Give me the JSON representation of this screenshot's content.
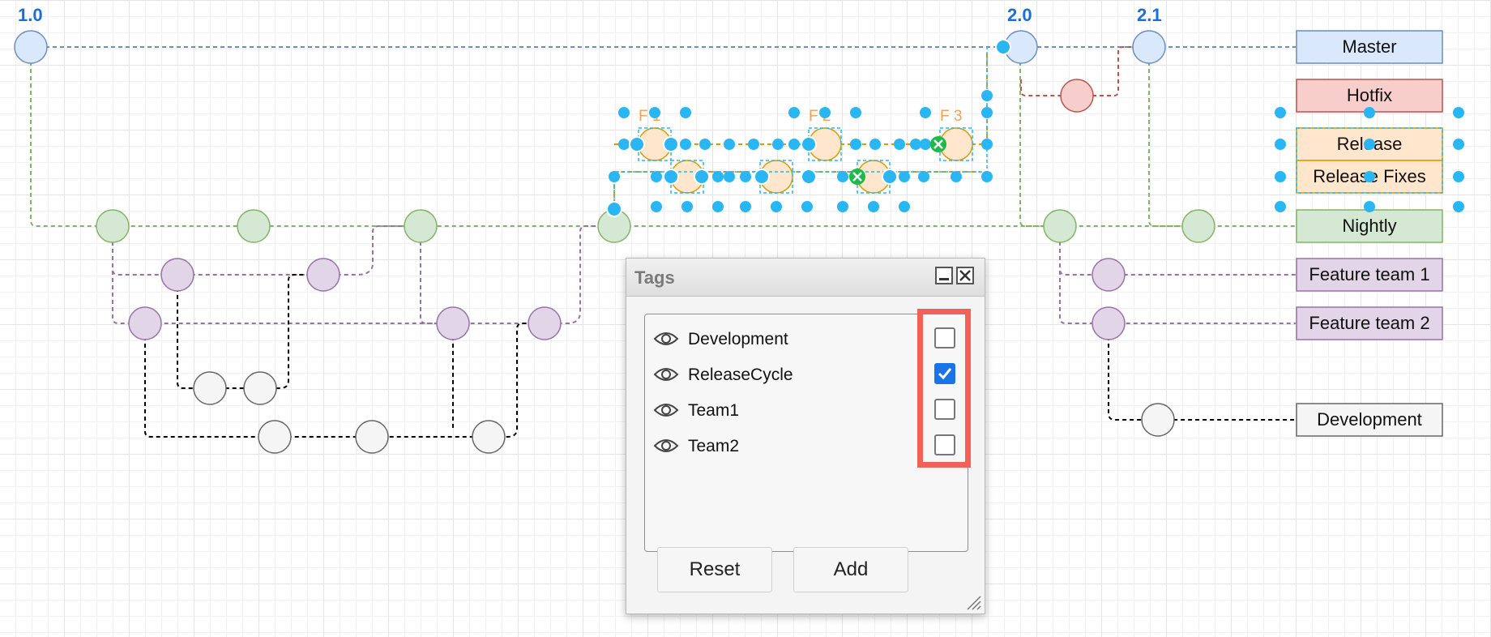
{
  "versions": [
    "1.0",
    "2.0",
    "2.1"
  ],
  "branches": [
    "Master",
    "Hotfix",
    "Release",
    "Release Fixes",
    "Nightly",
    "Feature team 1",
    "Feature team 2",
    "Development"
  ],
  "feature_labels": [
    "F 1",
    "F 2",
    "F 3"
  ],
  "colors": {
    "master": "#dae8fc",
    "hotfix": "#f8cecc",
    "release": "#ffe6cc",
    "nightly": "#d5e8d4",
    "feature": "#e1d5e7",
    "development": "#f5f5f5",
    "selection": "#29b6f2",
    "highlight": "#f2605a",
    "checked": "#1a73e8"
  },
  "tags_dialog": {
    "title": "Tags",
    "minimize_icon": "minimize-icon",
    "close_icon": "close-icon",
    "tags": [
      {
        "label": "Development",
        "visible": true,
        "checked": false
      },
      {
        "label": "ReleaseCycle",
        "visible": true,
        "checked": true
      },
      {
        "label": "Team1",
        "visible": true,
        "checked": false
      },
      {
        "label": "Team2",
        "visible": true,
        "checked": false
      }
    ],
    "reset_label": "Reset",
    "add_label": "Add"
  }
}
